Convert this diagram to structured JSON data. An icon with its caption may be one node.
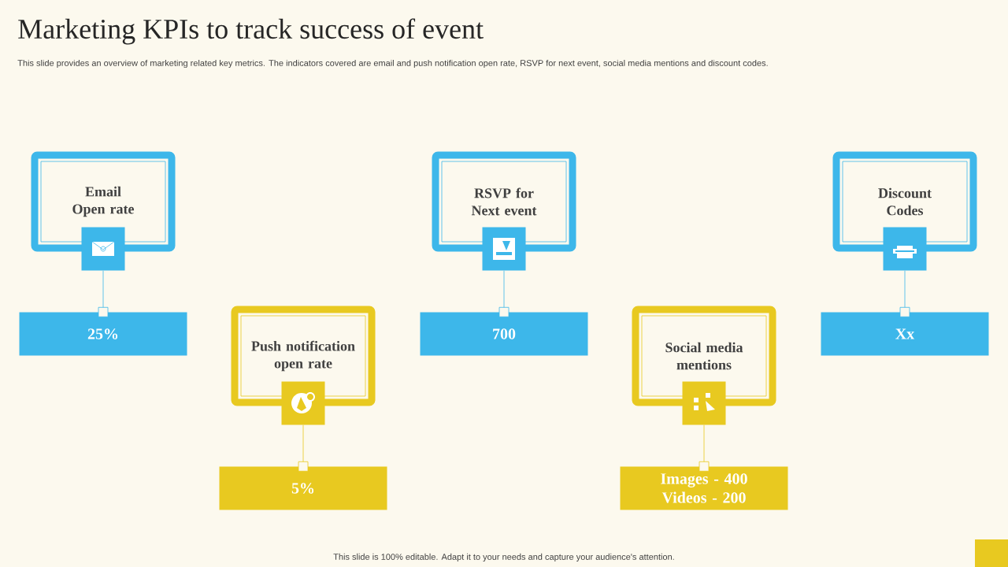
{
  "diagram": {
    "title": "Marketing KPIs to track success of event",
    "nodes": [
      {
        "text": [
          "Email Open rate"
        ]
      },
      {
        "text": [],
        "shape": "box"
      },
      {
        "text": [
          "25%"
        ]
      },
      {
        "text": [
          "Push notification open rate"
        ]
      },
      {
        "text": [],
        "shape": "box"
      },
      {
        "text": [
          "5%"
        ]
      },
      {
        "text": [
          "RSVP for Next event"
        ]
      },
      {
        "text": [],
        "shape": "box"
      },
      {
        "text": [
          "700"
        ]
      },
      {
        "text": [
          "Social media mentions"
        ]
      },
      {
        "text": [],
        "shape": "box"
      },
      {
        "text": [
          "Images - 400 Videos - 200"
        ]
      },
      {
        "text": [
          "Discount Codes"
        ]
      },
      {
        "text": [],
        "shape": "box"
      },
      {
        "text": [
          "Xx"
        ]
      }
    ],
    "edges": [
      {
        "from": 1,
        "to": 2,
        "arrow": "other"
      },
      {
        "from": 4,
        "to": 5,
        "arrow": "other",
        "color": "#e8c920"
      },
      {
        "from": 7,
        "to": 8,
        "arrow": "other"
      },
      {
        "from": 10,
        "to": 11,
        "arrow": "other",
        "color": "#e8c920"
      },
      {
        "from": 13,
        "to": 14,
        "arrow": "other"
      }
    ],
    "labels": [
      "This slide provides an overview of marketing related key metrics. The indicators covered are email and push notification open rate, RSVP for next event,  social media mentions and discount codes.",
      "This slide is 100% editable. Adapt it to your needs and capture your audience's attention."
    ]
  }
}
